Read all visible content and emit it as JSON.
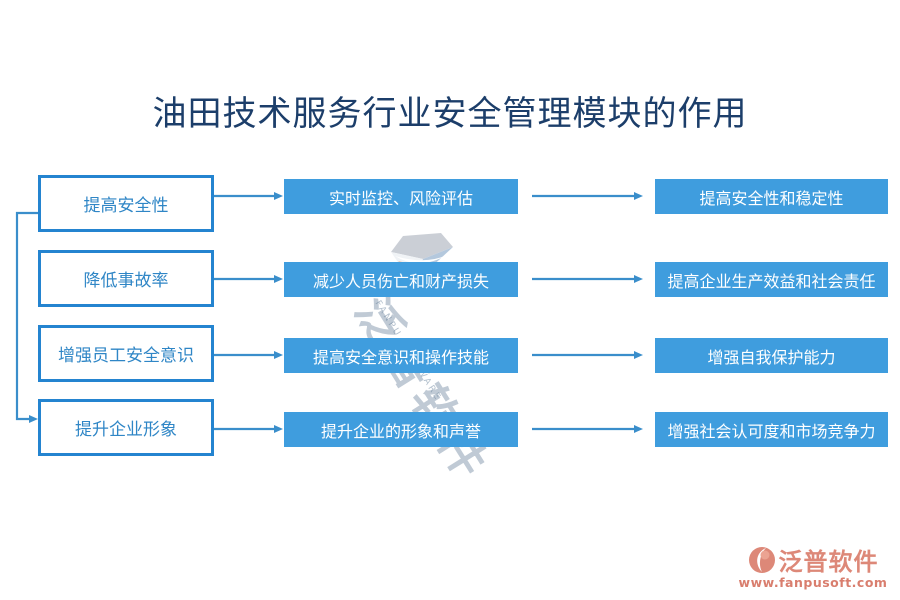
{
  "title": "油田技术服务行业安全管理模块的作用",
  "rows": [
    {
      "left": "提高安全性",
      "middle": "实时监控、风险评估",
      "right": "提高安全性和稳定性"
    },
    {
      "left": "降低事故率",
      "middle": "减少人员伤亡和财产损失",
      "right": "提高企业生产效益和社会责任"
    },
    {
      "left": "增强员工安全意识",
      "middle": "提高安全意识和操作技能",
      "right": "增强自我保护能力"
    },
    {
      "left": "提升企业形象",
      "middle": "提升企业的形象和声誉",
      "right": "增强社会认可度和市场竞争力"
    }
  ],
  "watermark": {
    "text": "泛普软件",
    "subtext": "FANPU SOFTWARE"
  },
  "footer_logo": {
    "name": "泛普软件",
    "url": "www.fanpusoft.com"
  },
  "colors": {
    "title_text": "#1c3e6a",
    "box_fill": "#3f9dde",
    "box_border": "#2484d0",
    "left_box_text": "#2f86c6",
    "arrow": "#3a8ecb",
    "logo_text": "#dd8878"
  }
}
